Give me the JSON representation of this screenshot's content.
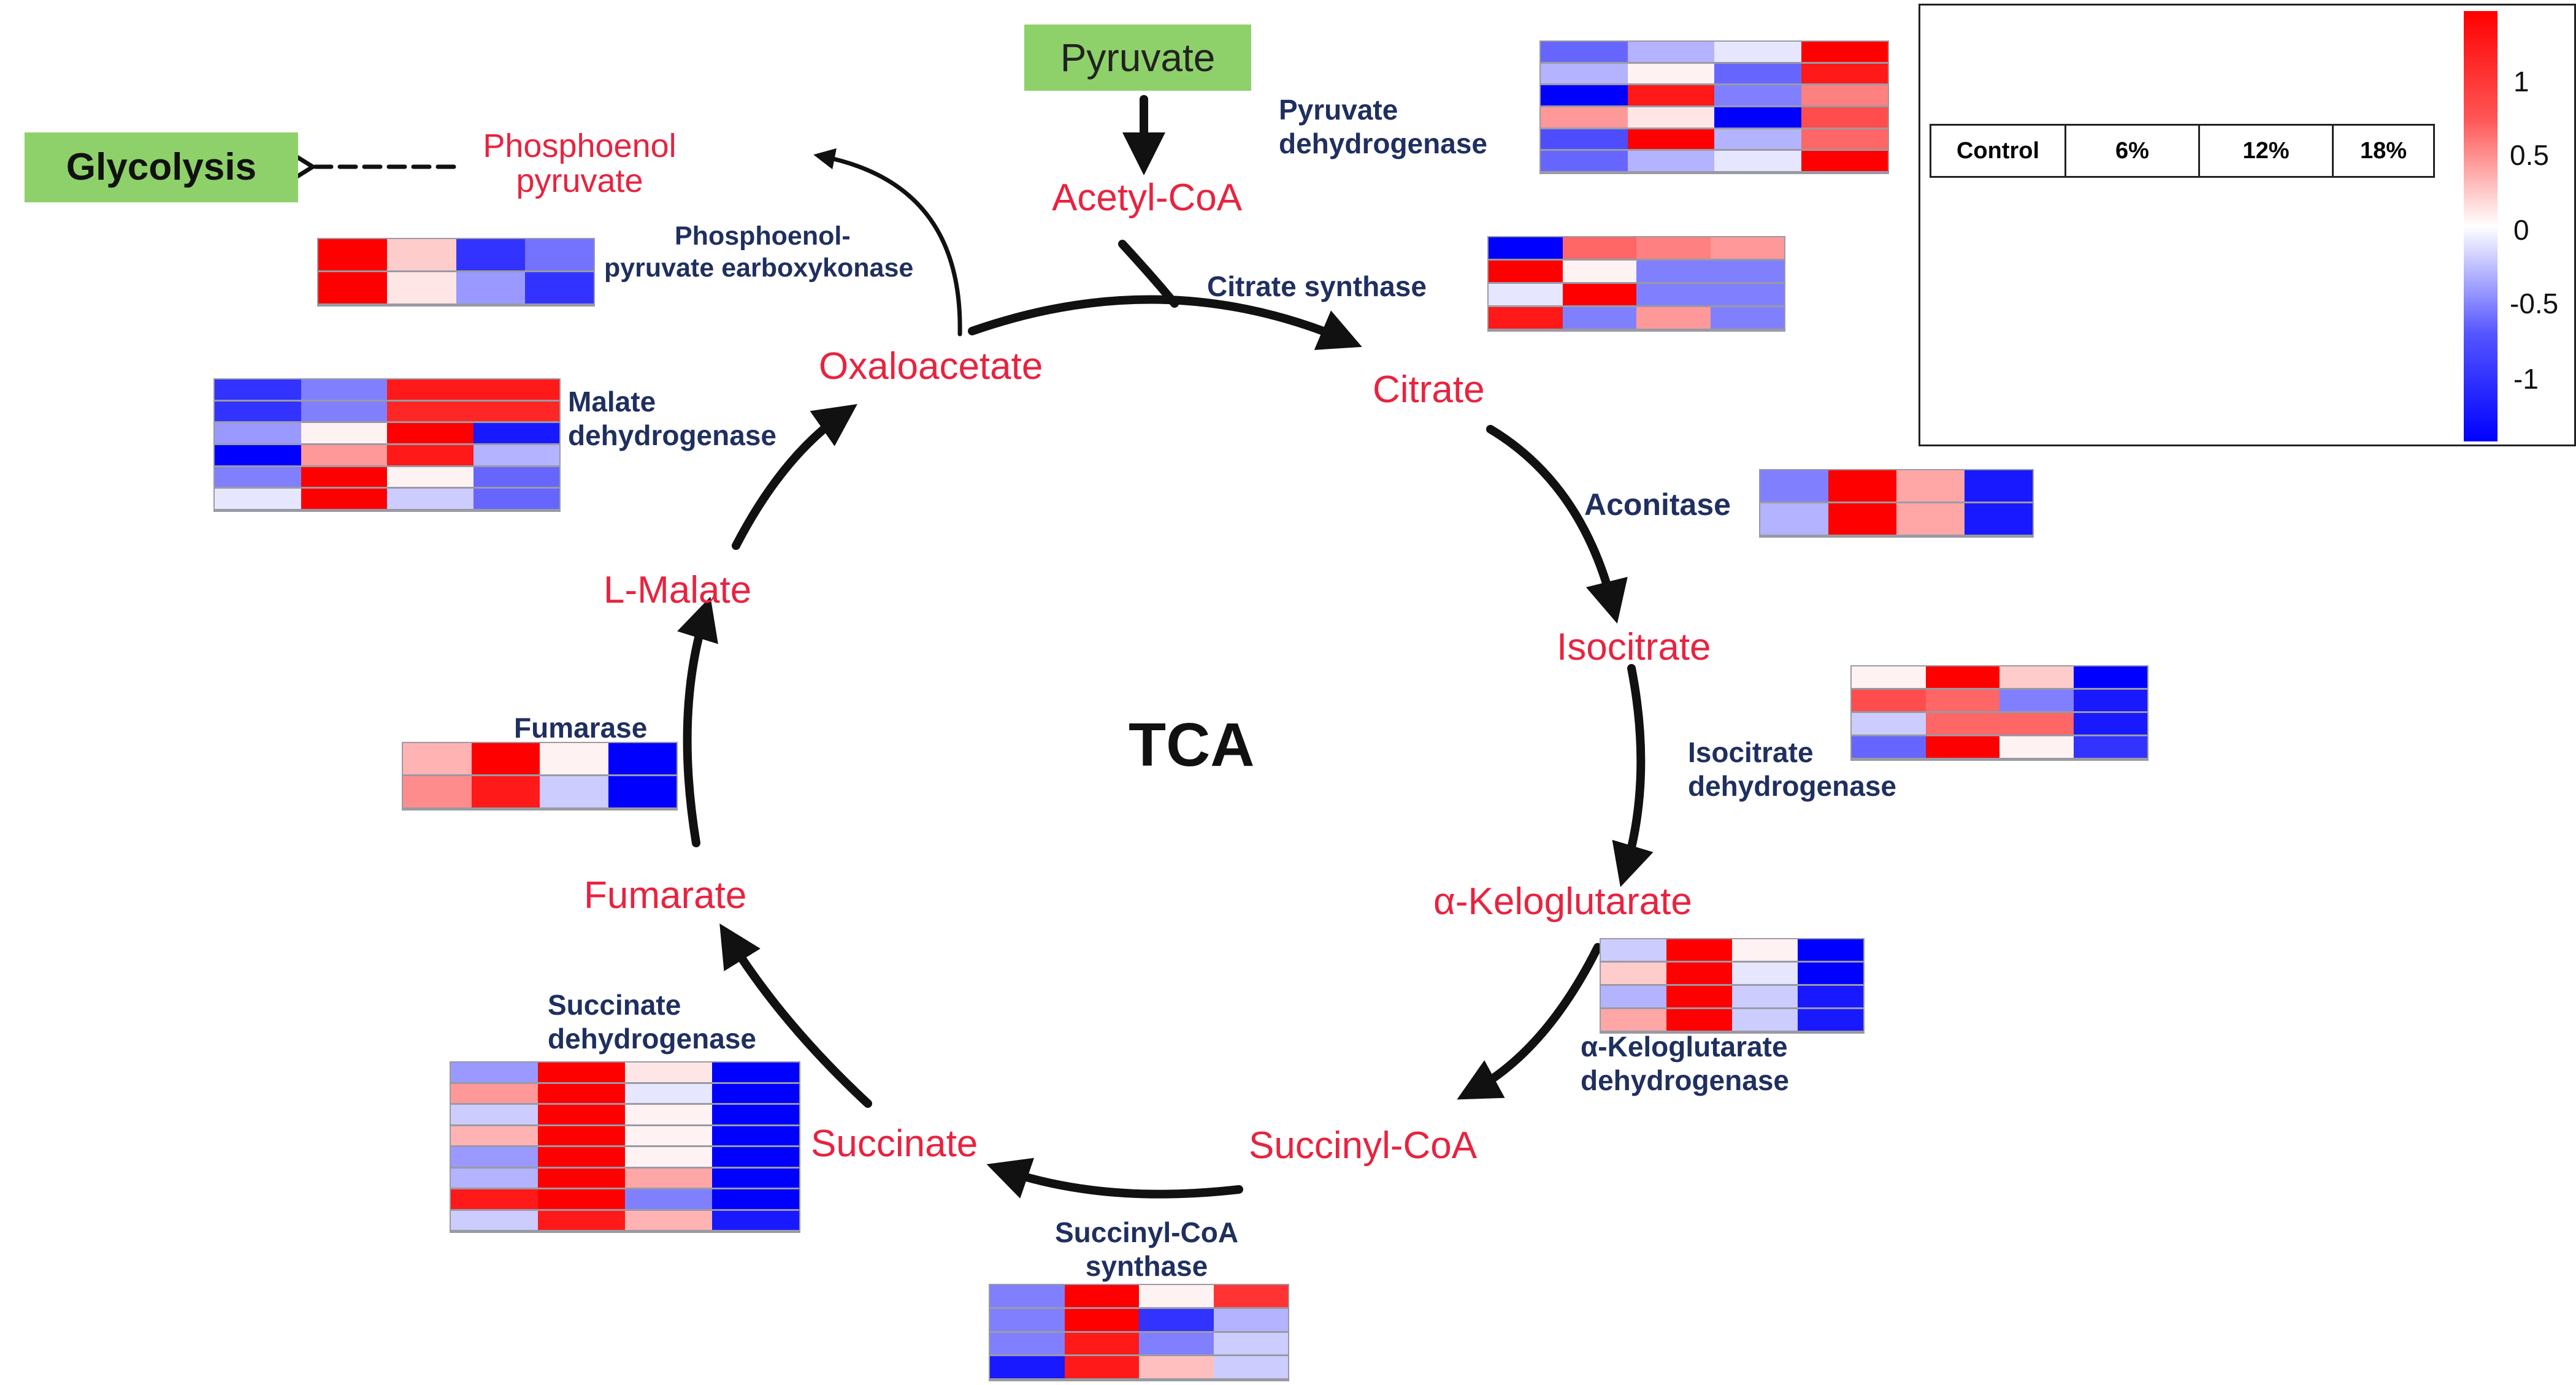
{
  "diagram_title": "TCA",
  "boxes": {
    "pyruvate": "Pyruvate",
    "glycolysis": "Glycolysis"
  },
  "metabolites": {
    "acetyl_coa": "Acetyl-CoA",
    "citrate": "Citrate",
    "isocitrate": "Isocitrate",
    "alpha_ketoglutarate": "α-Keloglutarate",
    "succinyl_coa": "Succinyl-CoA",
    "succinate": "Succinate",
    "fumarate": "Fumarate",
    "l_malate": "L-Malate",
    "oxaloacetate": "Oxaloacetate",
    "pep_line1": "Phosphoenol",
    "pep_line2": "pyruvate"
  },
  "enzymes": {
    "pyruvate_dh_line1": "Pyruvate",
    "pyruvate_dh_line2": "dehydrogenase",
    "citrate_synthase": "Citrate synthase",
    "aconitase": "Aconitase",
    "isocitrate_dh_line1": "Isocitrate",
    "isocitrate_dh_line2": "dehydrogenase",
    "akg_dh_line1": "α-Keloglutarate",
    "akg_dh_line2": "dehydrogenase",
    "succinyl_coa_synthase_line1": "Succinyl-CoA",
    "succinyl_coa_synthase_line2": "synthase",
    "succinate_dh_line1": "Succinate",
    "succinate_dh_line2": "dehydrogenase",
    "fumarase": "Fumarase",
    "malate_dh_line1": "Malate",
    "malate_dh_line2": "dehydrogenase",
    "pepck_line1": "Phosphoenol-",
    "pepck_line2": "pyruvate earboxykonase"
  },
  "legend": {
    "columns": [
      "Control",
      "6%",
      "12%",
      "18%"
    ],
    "scale_ticks": [
      "1",
      "0.5",
      "0",
      "-0.5",
      "-1"
    ],
    "scale_max_color": "#ff0000",
    "scale_mid_color": "#ffffff",
    "scale_min_color": "#0000ff"
  },
  "heatmaps": {
    "pyruvate_dehydrogenase": [
      [
        -0.6,
        -0.3,
        -0.1,
        1.0
      ],
      [
        -0.3,
        0.05,
        -0.6,
        0.9
      ],
      [
        -1.0,
        0.9,
        -0.5,
        0.5
      ],
      [
        0.4,
        0.1,
        -1.0,
        0.7
      ],
      [
        -0.7,
        1.0,
        -0.3,
        0.6
      ],
      [
        -0.6,
        -0.3,
        -0.1,
        1.0
      ]
    ],
    "citrate_synthase": [
      [
        -1.0,
        0.6,
        0.5,
        0.4
      ],
      [
        1.0,
        0.05,
        -0.5,
        -0.5
      ],
      [
        -0.1,
        1.0,
        -0.5,
        -0.5
      ],
      [
        0.9,
        -0.5,
        0.4,
        -0.5
      ]
    ],
    "aconitase": [
      [
        -0.5,
        1.0,
        0.35,
        -0.9
      ],
      [
        -0.3,
        1.0,
        0.35,
        -0.9
      ]
    ],
    "isocitrate_dehydrogenase": [
      [
        0.05,
        1.0,
        0.2,
        -1.0
      ],
      [
        0.7,
        0.6,
        -0.5,
        -0.9
      ],
      [
        -0.2,
        0.6,
        0.6,
        -0.9
      ],
      [
        -0.6,
        1.0,
        0.05,
        -0.8
      ]
    ],
    "alpha_ketoglutarate_dehydrogenase": [
      [
        -0.2,
        1.0,
        0.05,
        -1.0
      ],
      [
        0.2,
        1.0,
        -0.1,
        -1.0
      ],
      [
        -0.3,
        1.0,
        -0.2,
        -0.9
      ],
      [
        0.35,
        1.0,
        -0.2,
        -0.9
      ]
    ],
    "succinyl_coa_synthase": [
      [
        -0.5,
        1.0,
        0.05,
        0.8
      ],
      [
        -0.5,
        1.0,
        -0.8,
        -0.3
      ],
      [
        -0.5,
        0.9,
        -0.5,
        -0.2
      ],
      [
        -0.9,
        0.9,
        0.25,
        -0.2
      ]
    ],
    "succinate_dehydrogenase": [
      [
        -0.4,
        1.0,
        0.1,
        -1.0
      ],
      [
        0.4,
        1.0,
        -0.1,
        -1.0
      ],
      [
        -0.2,
        1.0,
        0.05,
        -1.0
      ],
      [
        0.3,
        1.0,
        0.05,
        -1.0
      ],
      [
        -0.4,
        1.0,
        0.05,
        -1.0
      ],
      [
        -0.3,
        1.0,
        0.35,
        -1.0
      ],
      [
        0.9,
        1.0,
        -0.5,
        -1.0
      ],
      [
        -0.2,
        0.9,
        0.3,
        -0.9
      ]
    ],
    "fumarase": [
      [
        0.3,
        1.0,
        0.05,
        -1.0
      ],
      [
        0.45,
        0.9,
        -0.2,
        -1.0
      ]
    ],
    "malate_dehydrogenase": [
      [
        -0.8,
        -0.5,
        0.9,
        0.9
      ],
      [
        -0.8,
        -0.5,
        0.85,
        0.85
      ],
      [
        -0.4,
        0.05,
        1.0,
        -0.9
      ],
      [
        -1.0,
        0.4,
        0.9,
        -0.3
      ],
      [
        -0.5,
        1.0,
        0.05,
        -0.6
      ],
      [
        -0.1,
        1.0,
        -0.2,
        -0.6
      ]
    ],
    "pepck": [
      [
        1.0,
        0.2,
        -0.8,
        -0.55
      ],
      [
        1.0,
        0.1,
        -0.4,
        -0.8
      ]
    ]
  }
}
